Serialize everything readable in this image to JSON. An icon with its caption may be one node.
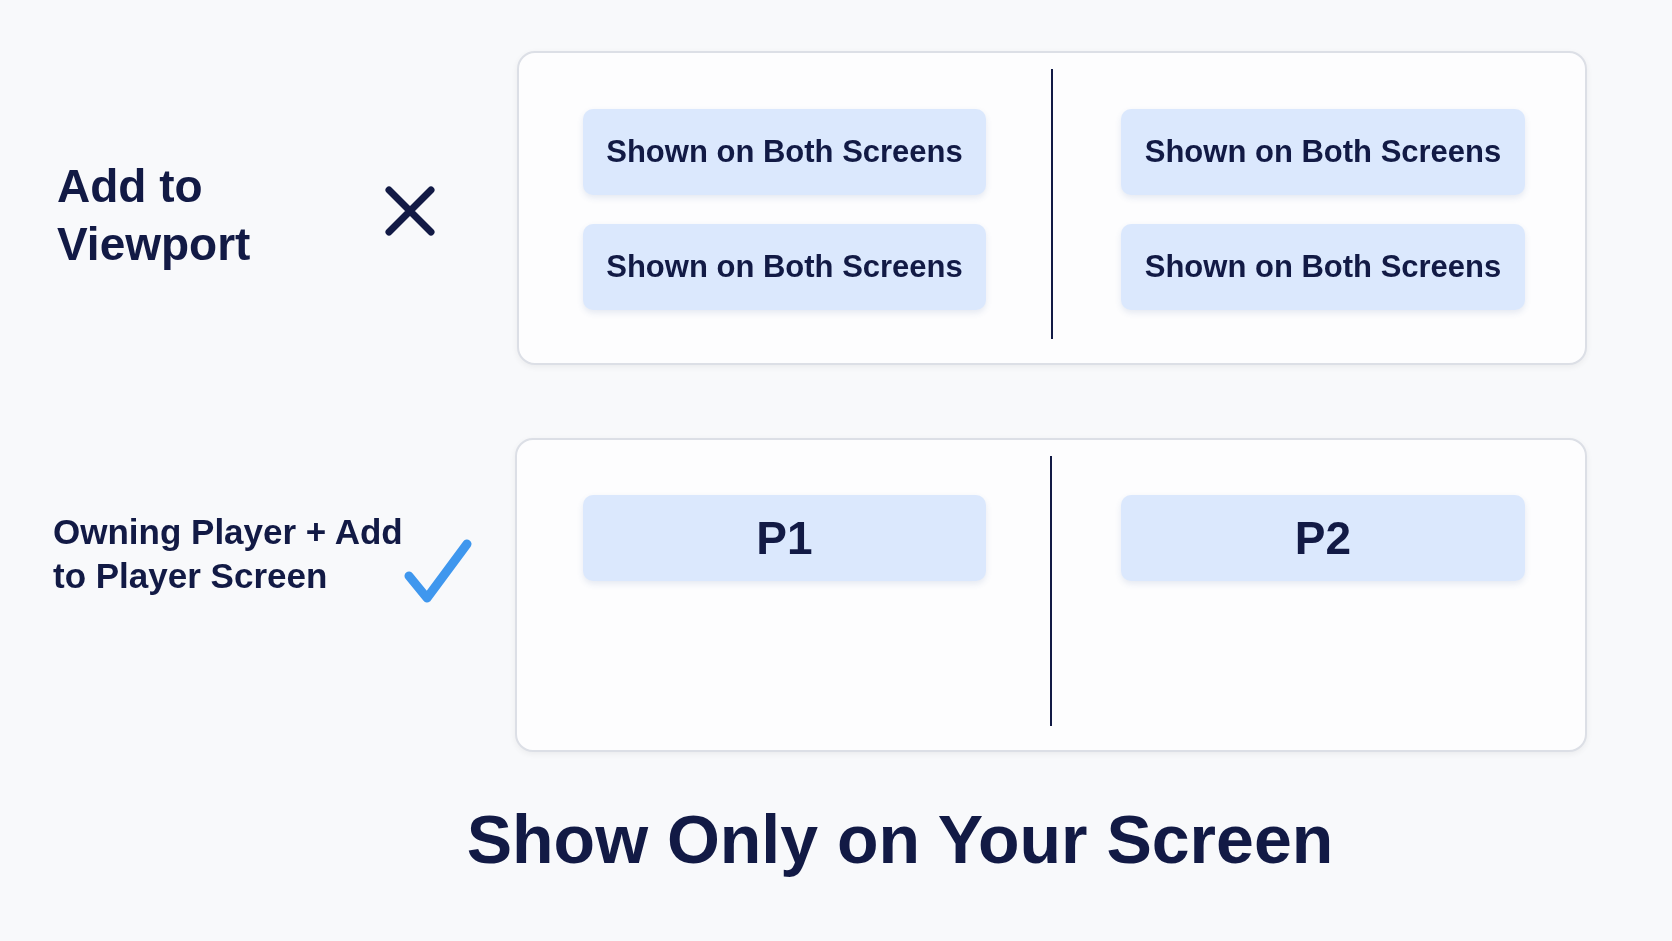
{
  "diagram": {
    "title": "Show Only on Your Screen",
    "nodes": [
      {
        "text": [],
        "shape": "box"
      },
      {
        "text": [
          "Shown on Both Screens"
        ],
        "in": 0
      },
      {
        "text": [
          "Shown on Both Screens"
        ],
        "in": 0
      },
      {
        "text": [
          "Shown on Both Screens"
        ],
        "in": 0
      },
      {
        "text": [
          "Shown on Both Screens"
        ],
        "in": 0
      },
      {
        "text": [],
        "shape": "box"
      },
      {
        "text": [
          "P1"
        ],
        "in": 5
      },
      {
        "text": [
          "P2"
        ],
        "in": 5
      }
    ],
    "labels": [
      "Add to Viewport",
      "Owning Player + Add to Player Screen"
    ]
  }
}
